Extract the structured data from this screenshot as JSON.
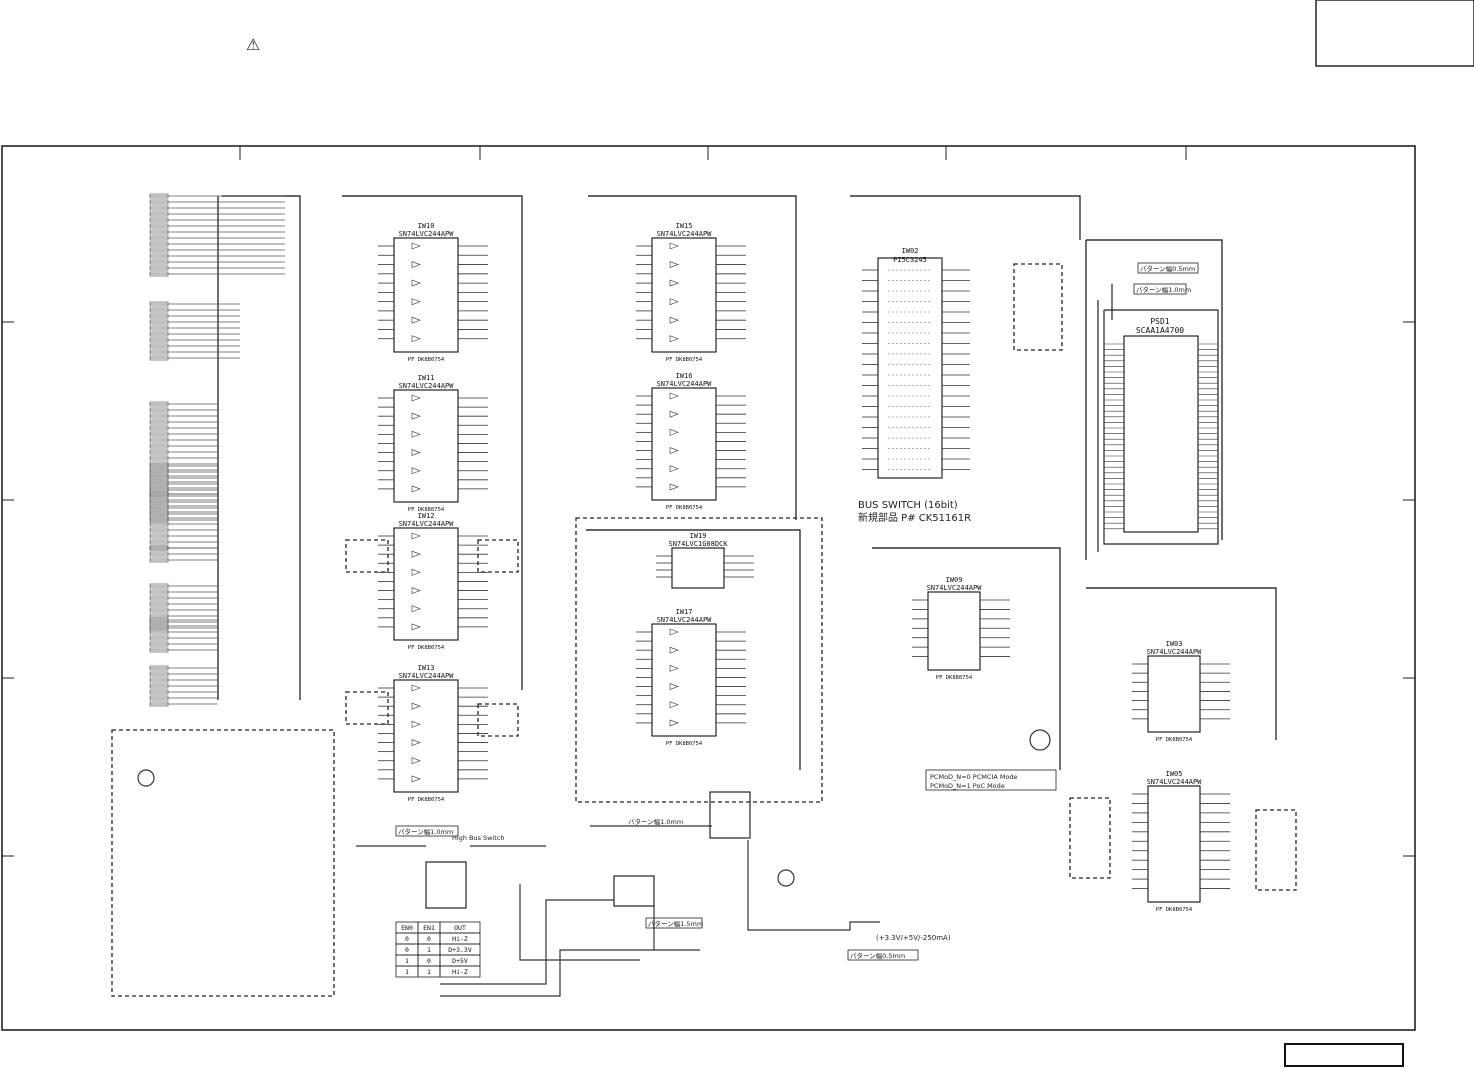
{
  "sheet": {
    "warning_symbol": "⚠",
    "footer_box_label": ""
  },
  "ics": [
    {
      "ref": "IW10",
      "part": "SN74LVC244APW",
      "pkg": "PF DK8B0754"
    },
    {
      "ref": "IW11",
      "part": "SN74LVC244APW",
      "pkg": "PF DK8B0754"
    },
    {
      "ref": "IW12",
      "part": "SN74LVC244APW",
      "pkg": "PF DK8B0754"
    },
    {
      "ref": "IW13",
      "part": "SN74LVC244APW",
      "pkg": "PF DK8B0754"
    },
    {
      "ref": "IW15",
      "part": "SN74LVC244APW",
      "pkg": "PF DK8B0754"
    },
    {
      "ref": "IW16",
      "part": "SN74LVC244APW",
      "pkg": "PF DK8B0754"
    },
    {
      "ref": "IW17",
      "part": "SN74LVC244APW",
      "pkg": "PF DK8B0754"
    },
    {
      "ref": "IW19",
      "part": "SN74LVC1G08DCK",
      "pkg": ""
    },
    {
      "ref": "IW09",
      "part": "SN74LVC244APW",
      "pkg": "PF DK8B0754"
    },
    {
      "ref": "IW03",
      "part": "SN74LVC244APW",
      "pkg": "PF DK8B0754"
    },
    {
      "ref": "IW05",
      "part": "SN74LVC244APW",
      "pkg": "PF DK8B0754"
    }
  ],
  "bus_switch": {
    "ref": "IW02",
    "part": "PI5C3245",
    "title": "BUS SWITCH (16bit)",
    "note": "新規部品 P# CK51161R"
  },
  "connector": {
    "ref": "PSD1",
    "part": "SCAA1A4700",
    "pattern_note_1": "パターン幅0.5mm",
    "pattern_note_2": "パターン幅1.0mm"
  },
  "notes": {
    "pattern_width_1": "パターン幅1.0mm",
    "pattern_width_2": "パターン幅1.0mm",
    "pattern_width_3": "パターン幅1.5mm",
    "pattern_width_4": "パターン幅0.5mm",
    "high_bus_switch": "High Bus Switch",
    "power_out": "(+3.3V/+5V/-250mA)",
    "mode_1": "PCMoD_N=0  PCMCIA Mode",
    "mode_2": "PCMoD_N=1  PoC Mode"
  },
  "truth_table": {
    "headers": [
      "EN0",
      "EN1",
      "OUT"
    ],
    "rows": [
      [
        "0",
        "0",
        "Hi-Z"
      ],
      [
        "0",
        "1",
        "D+3.3V"
      ],
      [
        "1",
        "0",
        "D+5V"
      ],
      [
        "1",
        "1",
        "Hi-Z"
      ]
    ]
  }
}
